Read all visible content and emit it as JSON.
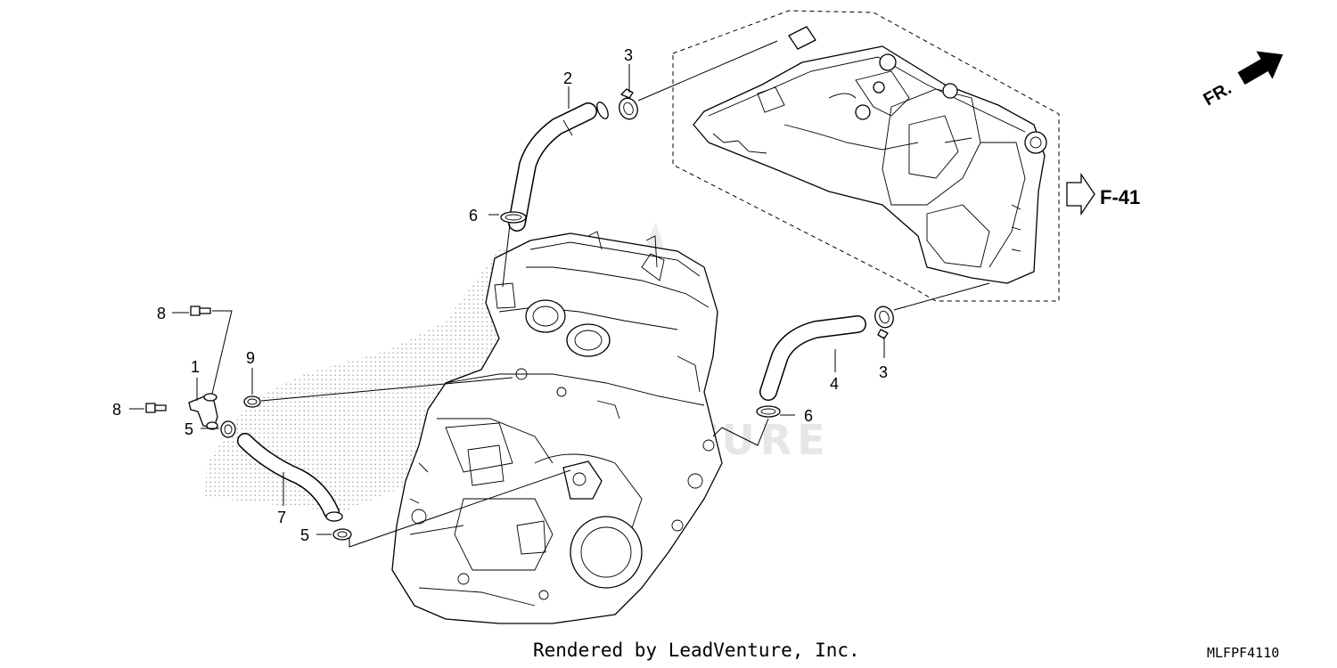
{
  "callouts": [
    {
      "id": "c2",
      "text": "2"
    },
    {
      "id": "c3a",
      "text": "3"
    },
    {
      "id": "c3b",
      "text": "3"
    },
    {
      "id": "c6a",
      "text": "6"
    },
    {
      "id": "c6b",
      "text": "6"
    },
    {
      "id": "c8a",
      "text": "8"
    },
    {
      "id": "c8b",
      "text": "8"
    },
    {
      "id": "c1",
      "text": "1"
    },
    {
      "id": "c9",
      "text": "9"
    },
    {
      "id": "c5a",
      "text": "5"
    },
    {
      "id": "c5b",
      "text": "5"
    },
    {
      "id": "c7",
      "text": "7"
    },
    {
      "id": "c4",
      "text": "4"
    }
  ],
  "reference": "F-41",
  "direction": "FR.",
  "watermark": "LEADVENTURE",
  "credit": "Rendered by LeadVenture, Inc.",
  "diagram_code": "MLFPF4110",
  "icons": [
    "front-direction-arrow-icon",
    "reference-arrow-icon"
  ]
}
